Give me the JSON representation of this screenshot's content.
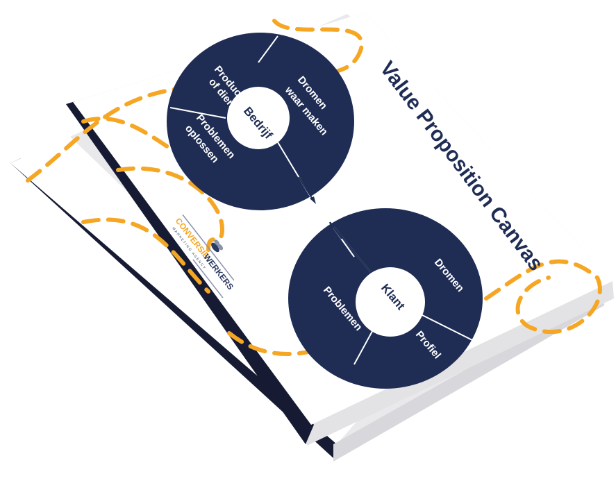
{
  "cover": {
    "title": "Value Proposition Canvas",
    "top_circle": {
      "center": "Bedrijf",
      "segments": [
        {
          "line1": "Product",
          "line2": "of dienst"
        },
        {
          "line1": "Dromen",
          "line2": "waar maken"
        },
        {
          "line1": "Problemen",
          "line2": "oplossen"
        }
      ]
    },
    "bottom_circle": {
      "center": "Klant",
      "segments": [
        "Dromen",
        "Problemen",
        "Profiel"
      ]
    },
    "logo": {
      "part1": "CONVERSIE",
      "part2": "WERKERS",
      "tagline": "MARKETING AGENCY"
    }
  },
  "colors": {
    "navy": "#1f2d55",
    "orange": "#f5a623",
    "spine": "#161b33"
  }
}
